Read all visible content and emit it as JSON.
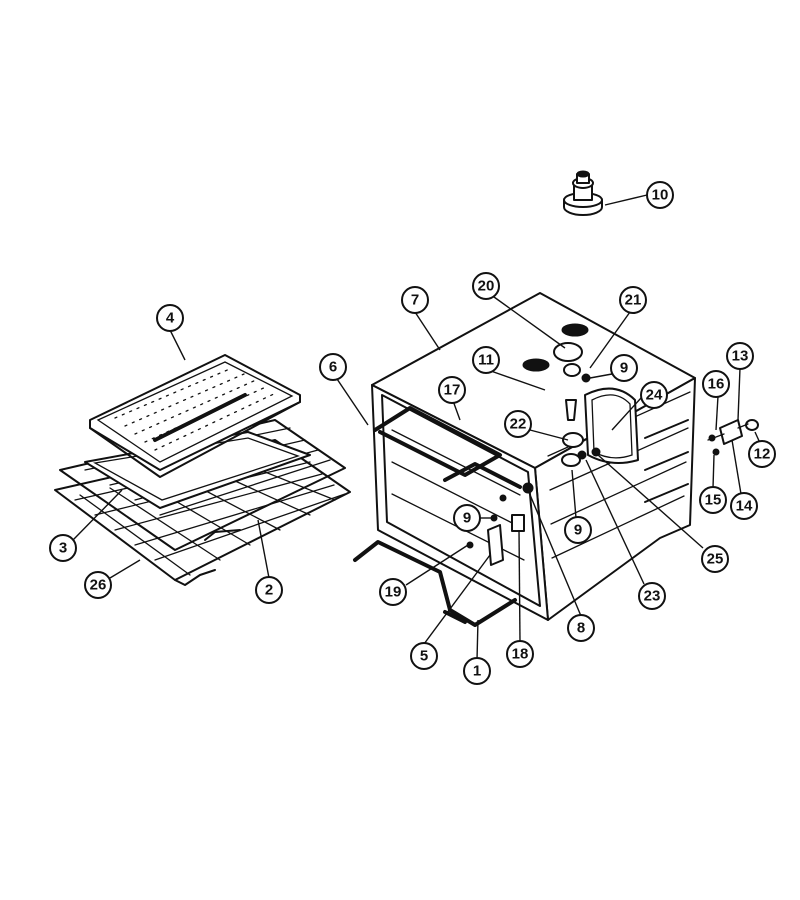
{
  "callouts": [
    {
      "id": "c1",
      "label": "1"
    },
    {
      "id": "c2",
      "label": "2"
    },
    {
      "id": "c3",
      "label": "3"
    },
    {
      "id": "c4",
      "label": "4"
    },
    {
      "id": "c5",
      "label": "5"
    },
    {
      "id": "c6",
      "label": "6"
    },
    {
      "id": "c7",
      "label": "7"
    },
    {
      "id": "c8",
      "label": "8"
    },
    {
      "id": "c9a",
      "label": "9"
    },
    {
      "id": "c9b",
      "label": "9"
    },
    {
      "id": "c9c",
      "label": "9"
    },
    {
      "id": "c10",
      "label": "10"
    },
    {
      "id": "c11",
      "label": "11"
    },
    {
      "id": "c12",
      "label": "12"
    },
    {
      "id": "c13",
      "label": "13"
    },
    {
      "id": "c14",
      "label": "14"
    },
    {
      "id": "c15",
      "label": "15"
    },
    {
      "id": "c16",
      "label": "16"
    },
    {
      "id": "c17",
      "label": "17"
    },
    {
      "id": "c18",
      "label": "18"
    },
    {
      "id": "c19",
      "label": "19"
    },
    {
      "id": "c20",
      "label": "20"
    },
    {
      "id": "c21",
      "label": "21"
    },
    {
      "id": "c22",
      "label": "22"
    },
    {
      "id": "c23",
      "label": "23"
    },
    {
      "id": "c24",
      "label": "24"
    },
    {
      "id": "c25",
      "label": "25"
    },
    {
      "id": "c26",
      "label": "26"
    }
  ]
}
